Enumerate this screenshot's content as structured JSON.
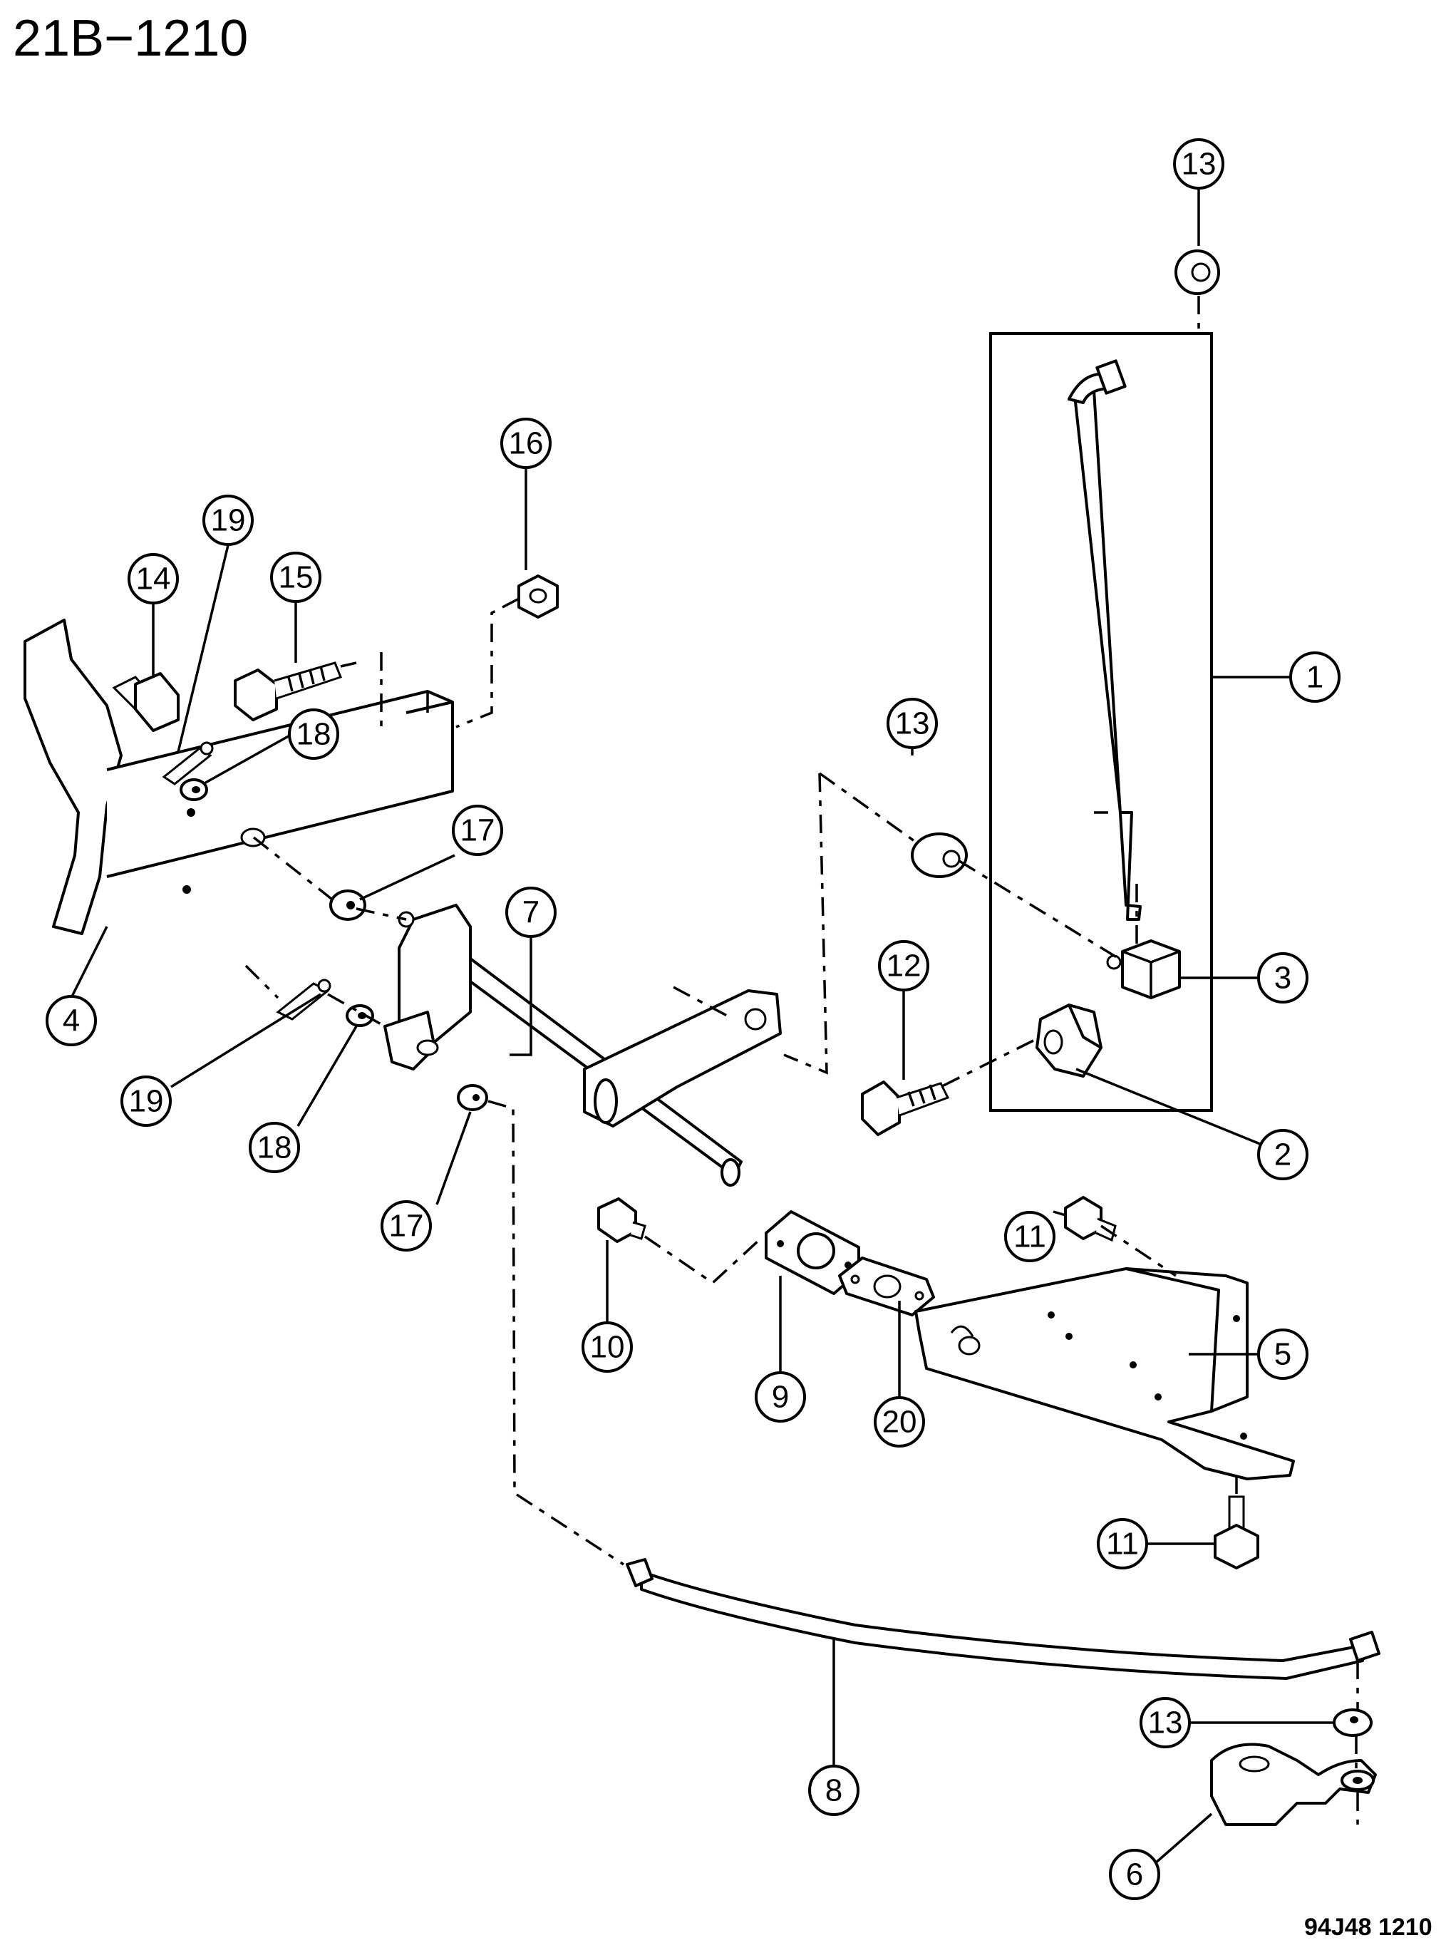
{
  "header": {
    "code": "21B−1210"
  },
  "footer": {
    "ref": "94J48  1210"
  },
  "callouts": [
    "1",
    "2",
    "3",
    "4",
    "5",
    "6",
    "7",
    "8",
    "9",
    "10",
    "11",
    "11",
    "12",
    "13",
    "13",
    "13",
    "14",
    "15",
    "16",
    "17",
    "17",
    "18",
    "18",
    "19",
    "19",
    "20"
  ]
}
